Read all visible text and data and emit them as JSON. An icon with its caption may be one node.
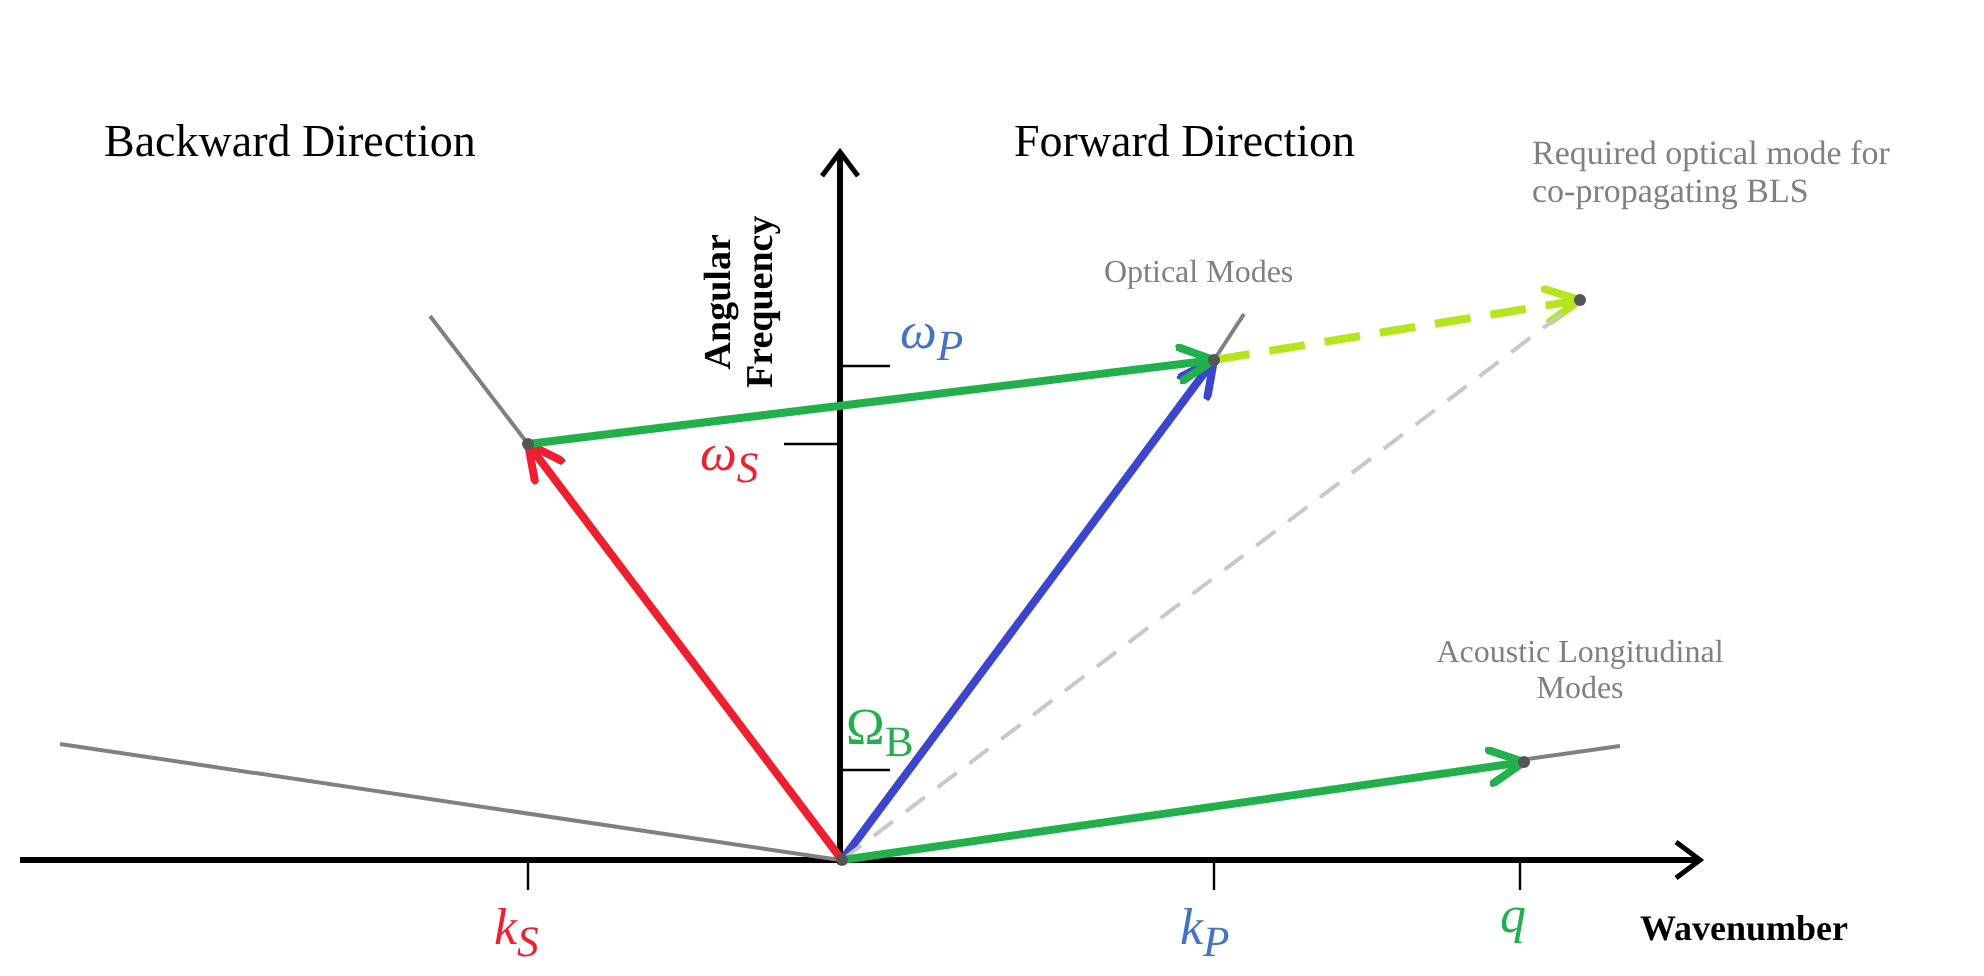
{
  "diagram": {
    "nodes": [
      {
        "text": [],
        "shape": "circle"
      },
      {
        "text": [],
        "shape": "circle"
      },
      {
        "text": [],
        "shape": "circle"
      },
      {
        "text": [],
        "shape": "circle"
      },
      {
        "text": [],
        "shape": "circle"
      }
    ],
    "edges": [
      {
        "from": 0,
        "to": 1,
        "arrow": "to",
        "color": "#ee2030"
      },
      {
        "from": 0,
        "to": 2,
        "arrow": "to",
        "color": "#3c46cc"
      },
      {
        "from": 1,
        "to": 2,
        "arrow": "to",
        "color": "#22b04c"
      },
      {
        "from": 2,
        "to": 3,
        "arrow": "to",
        "style": "dashed",
        "color": "#b5e61d"
      },
      {
        "from": 0,
        "to": 3,
        "arrow": "none",
        "style": "dashed",
        "color": "#c8c8c8"
      },
      {
        "from": 0,
        "to": 4,
        "arrow": "to",
        "color": "#22b04c"
      }
    ],
    "labels": [
      "Backward Direction",
      "Angular Frequency",
      "Forward Direction",
      "Required optical mode for co-propagating BLS",
      "Optical Modes",
      "ω$_{P}$",
      "ω$_{S}$",
      "Acoustic Longitudinal Modes",
      "Ω$_{B}$",
      "k$_{S}$",
      "k$_{P}$",
      "q",
      "Wavenumber"
    ]
  }
}
